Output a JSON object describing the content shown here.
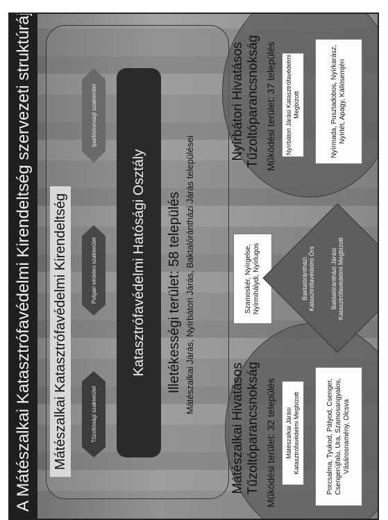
{
  "title": "A Mátészalkai Katasztrófavédelmi Kirendeltség szervezeti struktúrája",
  "kirendeltseg": {
    "header": "Mátészalkai Katasztrófavédelmi Kirendeltség",
    "sectors": [
      "Tűzoltósági szakterület",
      "Polgári védelmi szakterület",
      "Iparbiztonsági szakterület"
    ],
    "authority": "Katasztrófavédelmi Hatósági Osztály"
  },
  "jurisdiction": {
    "line1": "Illetékességi terület: 58 település",
    "line2": "Mátészalkai Járás, Nyírbátori Járás, Baktalórántházi Járás települései"
  },
  "center_list": "Szamoskér, Nyírgelse, Nyírmihálydi, Nyírlugos",
  "left": {
    "title": "Mátészalkai Hivatásos Tűzoltóparancsnokság",
    "area": "Működési terület: 32 település",
    "office": "Mátészalkai Járási Katasztrófavédelmi Megbízott",
    "list": "Porcsalma, Tyukod, Pátyod, Csenger, Csengerújfalu, Ura, Szamosangyalos, Vásárosnamény, Olcsva"
  },
  "right": {
    "title": "Nyírbátori Hivatásos Tűzoltóparancsnokság",
    "area": "Működési terület: 37 település",
    "office": "Nyírbátori Járási Katasztrófavédelmi Megbízott",
    "list": "Nyírmada, Pusztadobos, Nyírkarász, Nyírtét, Apagy, Kállósemjén"
  },
  "diamond": {
    "upper": "Baktalórántházi Katasztrófavédelmi Örs",
    "lower": "Baktalórántházi Járási Katasztrófavédelmi Megbízott"
  }
}
